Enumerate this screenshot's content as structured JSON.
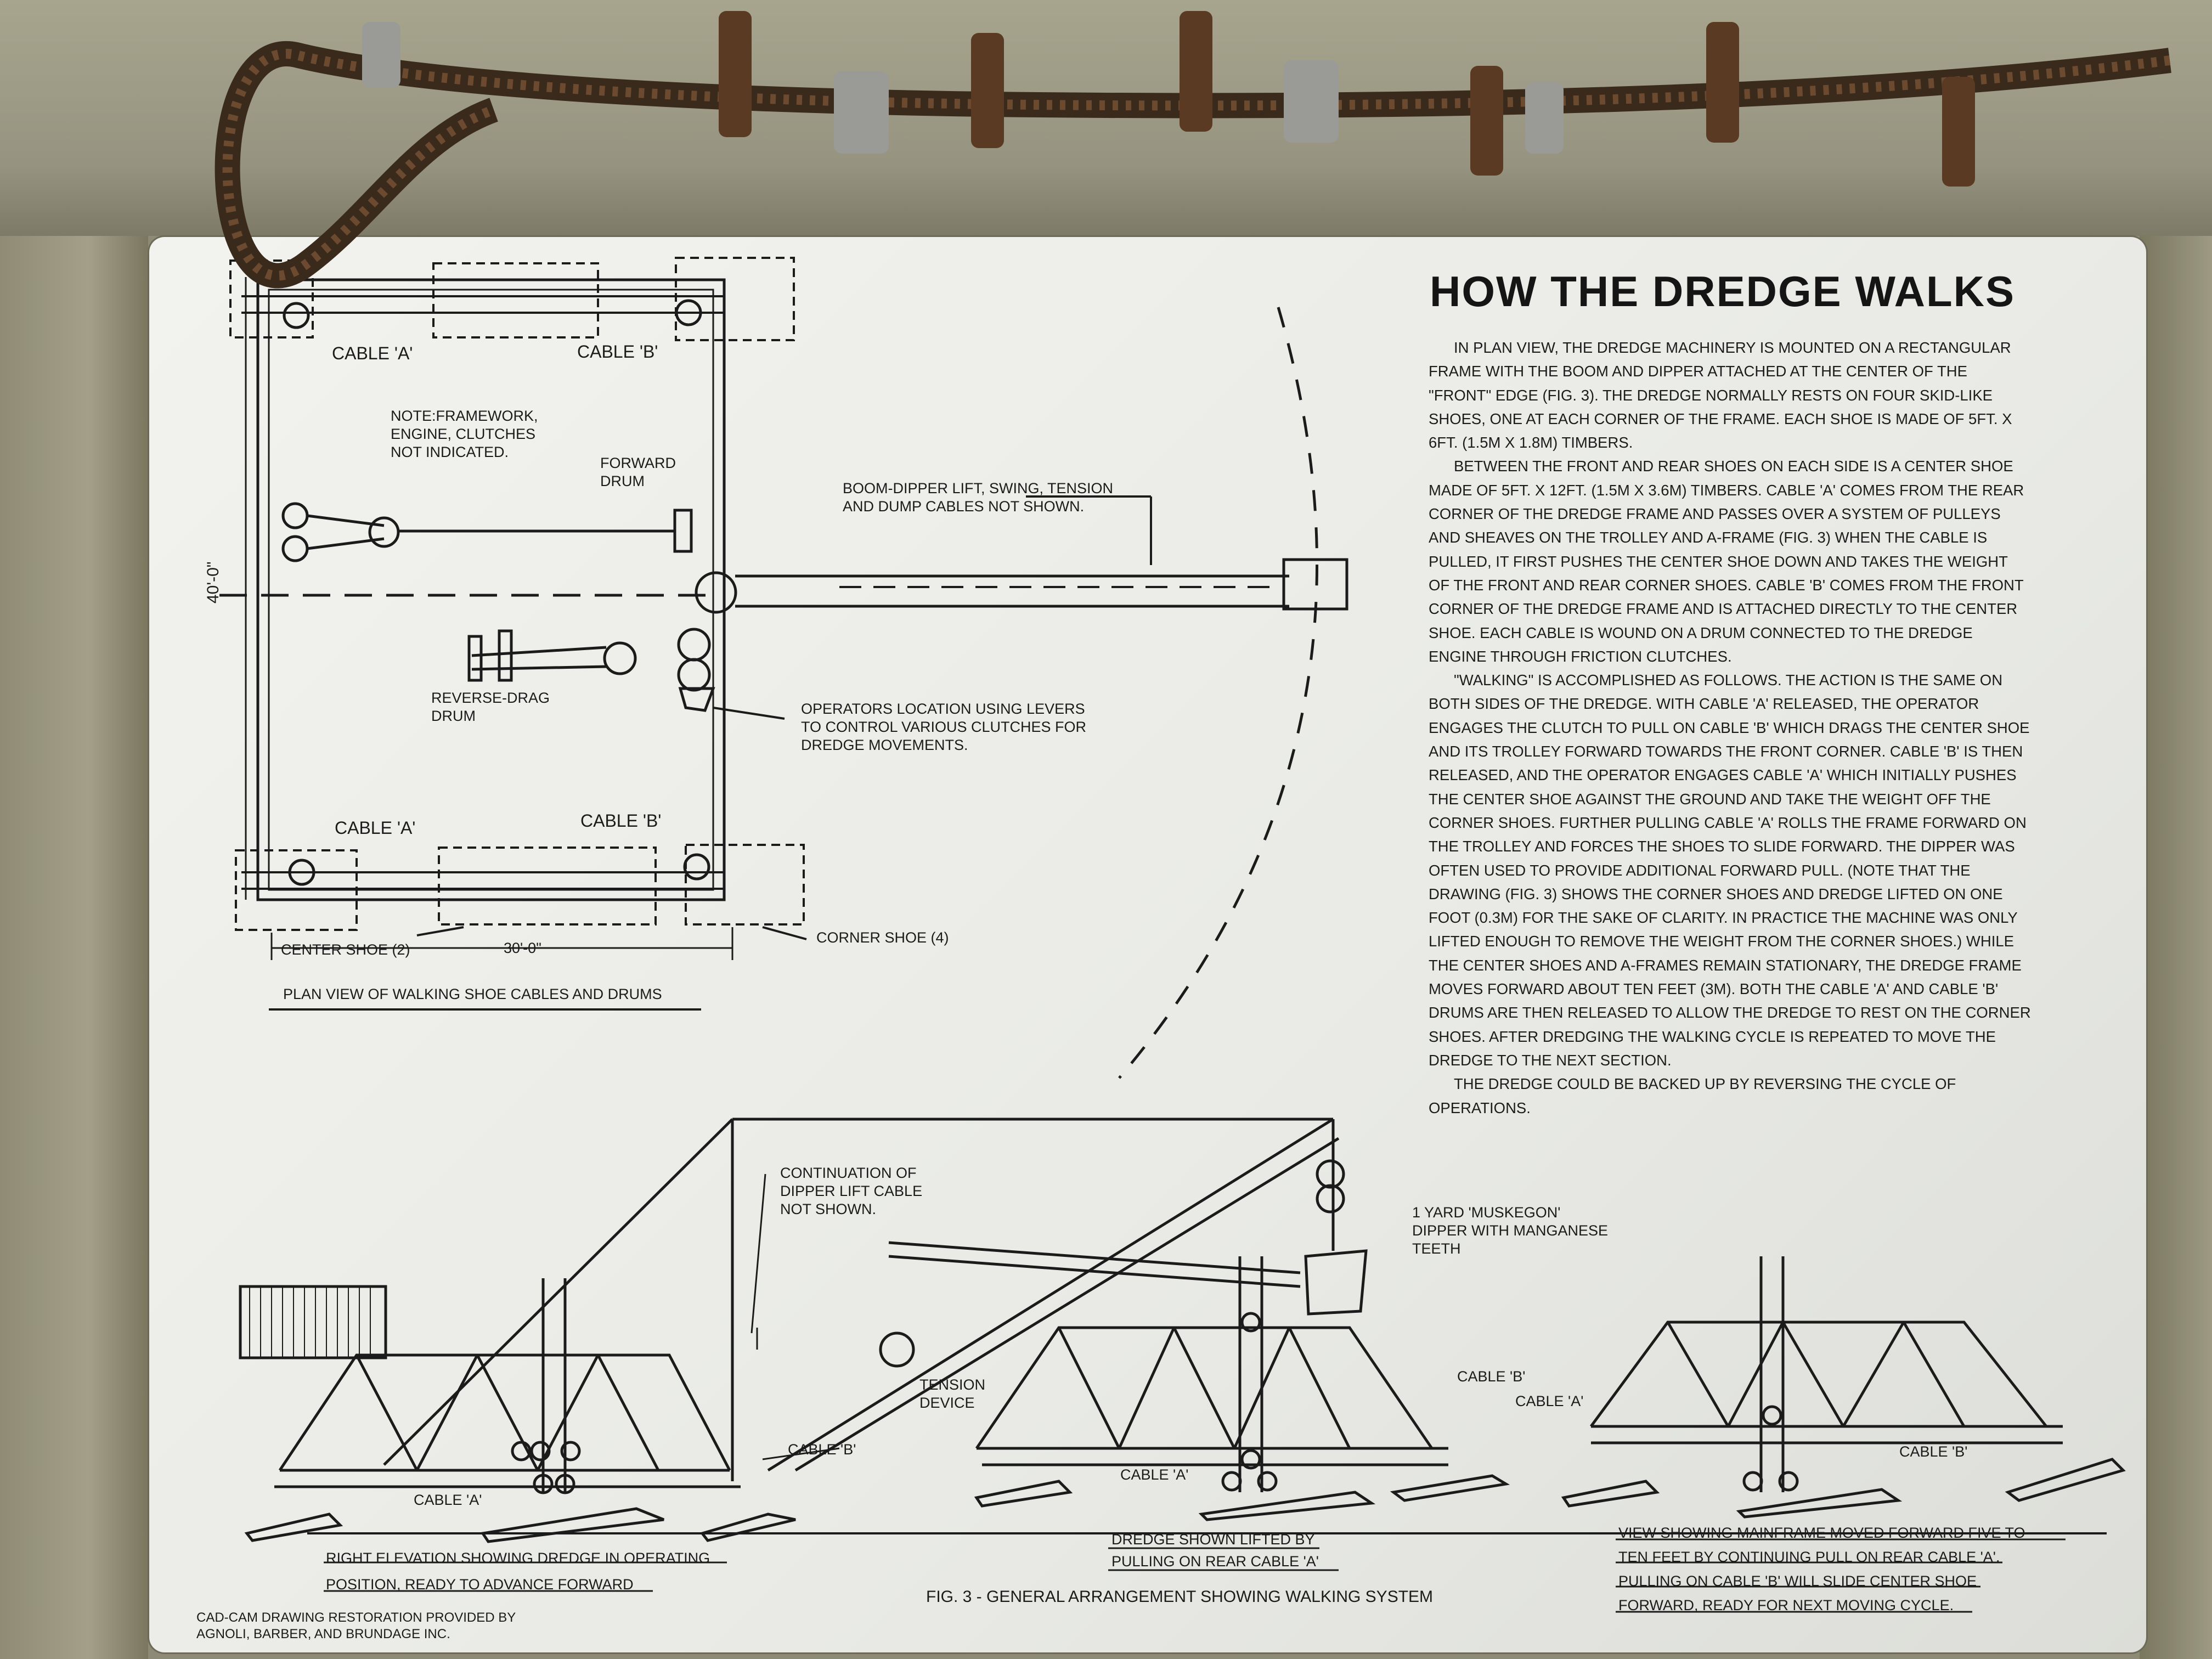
{
  "article": {
    "title": "HOW THE DREDGE WALKS",
    "paragraphs": [
      "IN PLAN VIEW, THE DREDGE MACHINERY IS MOUNTED ON A RECTANGULAR FRAME WITH THE BOOM AND DIPPER ATTACHED AT THE CENTER OF THE \"FRONT\" EDGE (FIG. 3). THE DREDGE NORMALLY RESTS ON FOUR SKID-LIKE SHOES, ONE AT EACH CORNER OF THE FRAME. EACH SHOE IS MADE OF 5FT. X 6FT. (1.5M X 1.8M) TIMBERS.",
      "BETWEEN THE FRONT AND REAR SHOES ON EACH SIDE IS A CENTER SHOE MADE OF 5FT. X 12FT. (1.5M X 3.6M) TIMBERS. CABLE 'A' COMES FROM THE REAR CORNER OF THE DREDGE FRAME AND PASSES OVER A SYSTEM OF PULLEYS AND SHEAVES ON THE TROLLEY AND A-FRAME (FIG. 3) WHEN THE CABLE IS PULLED, IT FIRST PUSHES THE CENTER SHOE DOWN AND TAKES THE WEIGHT OF THE FRONT AND REAR CORNER SHOES. CABLE 'B' COMES FROM THE FRONT CORNER OF THE DREDGE FRAME AND IS ATTACHED DIRECTLY TO THE CENTER SHOE. EACH CABLE IS WOUND ON A DRUM CONNECTED TO THE DREDGE ENGINE THROUGH FRICTION CLUTCHES.",
      "\"WALKING\" IS ACCOMPLISHED AS FOLLOWS. THE ACTION IS THE SAME ON BOTH SIDES OF THE DREDGE. WITH CABLE 'A' RELEASED, THE OPERATOR ENGAGES THE CLUTCH TO PULL ON CABLE 'B' WHICH DRAGS THE CENTER SHOE AND ITS TROLLEY FORWARD TOWARDS THE FRONT CORNER. CABLE 'B' IS THEN RELEASED, AND THE OPERATOR ENGAGES CABLE 'A' WHICH INITIALLY PUSHES THE CENTER SHOE AGAINST THE GROUND AND TAKE THE WEIGHT OFF THE CORNER SHOES. FURTHER PULLING CABLE 'A' ROLLS THE FRAME FORWARD ON THE TROLLEY AND FORCES THE SHOES TO SLIDE FORWARD. THE DIPPER WAS OFTEN USED TO PROVIDE ADDITIONAL FORWARD PULL. (NOTE THAT THE DRAWING (FIG. 3) SHOWS THE CORNER SHOES AND DREDGE LIFTED ON ONE FOOT (0.3M) FOR THE SAKE OF CLARITY. IN PRACTICE THE MACHINE WAS ONLY LIFTED ENOUGH TO REMOVE THE WEIGHT FROM THE CORNER SHOES.) WHILE THE CENTER SHOES AND A-FRAMES REMAIN STATIONARY, THE DREDGE FRAME MOVES FORWARD ABOUT TEN FEET (3M). BOTH THE CABLE 'A' AND CABLE 'B' DRUMS ARE THEN RELEASED TO ALLOW THE DREDGE TO REST ON THE CORNER SHOES. AFTER DREDGING THE WALKING CYCLE IS REPEATED TO MOVE THE DREDGE TO THE NEXT SECTION.",
      "THE DREDGE COULD BE BACKED UP BY REVERSING THE CYCLE OF OPERATIONS."
    ]
  },
  "plan_view": {
    "cable_a_top": "CABLE 'A'",
    "cable_b_top": "CABLE 'B'",
    "cable_a_bottom": "CABLE 'A'",
    "cable_b_bottom": "CABLE 'B'",
    "note": "NOTE:FRAMEWORK,\nENGINE, CLUTCHES\nNOT INDICATED.",
    "forward_drum": "FORWARD\nDRUM",
    "boom_note": "BOOM-DIPPER LIFT, SWING, TENSION\nAND DUMP CABLES NOT SHOWN.",
    "reverse_drum": "REVERSE-DRAG\nDRUM",
    "operator_note": "OPERATORS LOCATION USING LEVERS\nTO CONTROL VARIOUS CLUTCHES FOR\nDREDGE MOVEMENTS.",
    "dim_height": "40'-0\"",
    "dim_width": "30'-0\"",
    "center_shoe": "CENTER SHOE (2)",
    "corner_shoe": "CORNER SHOE (4)",
    "caption": "PLAN VIEW OF WALKING SHOE CABLES AND DRUMS"
  },
  "elevation": {
    "continuation_note": "CONTINUATION OF\nDIPPER LIFT CABLE\nNOT SHOWN.",
    "dipper_note": "1 YARD 'MUSKEGON'\nDIPPER WITH MANGANESE\nTEETH",
    "tension_device": "TENSION\nDEVICE",
    "cable_b_1": "CABLE 'B'",
    "cable_a_1": "CABLE 'A'",
    "cable_a_2": "CABLE 'A'",
    "cable_b_3": "CABLE 'B'",
    "cable_a_3": "CABLE 'A'",
    "cable_b_3b": "CABLE 'B'",
    "caption_left": "RIGHT ELEVATION SHOWING DREDGE IN OPERATING\nPOSITION, READY TO ADVANCE FORWARD",
    "caption_mid": "DREDGE SHOWN LIFTED BY\nPULLING ON REAR CABLE 'A'",
    "caption_right": "VIEW SHOWING MAINFRAME MOVED FORWARD FIVE TO\nTEN FEET BY CONTINUING PULL ON REAR CABLE 'A'.\nPULLING ON CABLE 'B' WILL SLIDE CENTER SHOE\nFORWARD, READY FOR NEXT MOVING CYCLE.",
    "fig_caption": "FIG. 3 - GENERAL ARRANGEMENT SHOWING WALKING SYSTEM"
  },
  "credit": "CAD-CAM DRAWING RESTORATION PROVIDED BY\nAGNOLI, BARBER, AND BRUNDAGE INC.",
  "colors": {
    "ink": "#1b1b1b",
    "board": "#ecece8",
    "wood": "#9e9c86",
    "rust": "#5a3a22"
  }
}
